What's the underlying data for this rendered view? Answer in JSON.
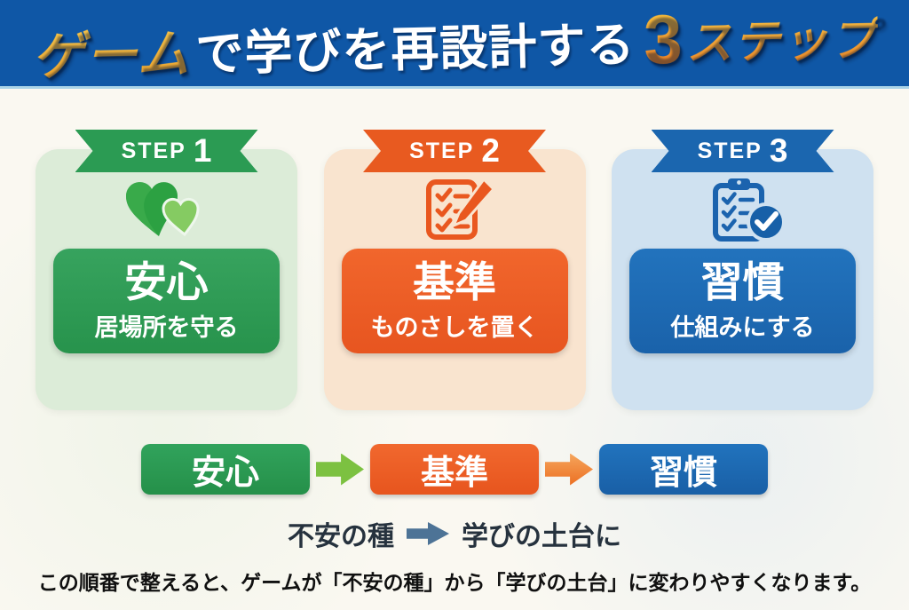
{
  "header": {
    "title_game": "ゲーム",
    "title_mid": "で学びを再設計する",
    "title_num": "3",
    "title_steps": "ステップ",
    "bg_color": "#0f57a6",
    "accent_gold": "#f2b23a"
  },
  "steps": [
    {
      "ribbon_label": "STEP",
      "ribbon_number": "1",
      "icon": "double-hearts-icon",
      "keyword": "安心",
      "subtitle": "居場所を守る",
      "accent_color": "#2b9b53",
      "card_color": "#dcecd8"
    },
    {
      "ribbon_label": "STEP",
      "ribbon_number": "2",
      "icon": "checklist-pencil-icon",
      "keyword": "基準",
      "subtitle": "ものさしを置く",
      "accent_color": "#e85a20",
      "card_color": "#f9e4cf"
    },
    {
      "ribbon_label": "STEP",
      "ribbon_number": "3",
      "icon": "clipboard-check-icon",
      "keyword": "習慣",
      "subtitle": "仕組みにする",
      "accent_color": "#1b66af",
      "card_color": "#cfe1f0"
    }
  ],
  "flow": {
    "items": [
      {
        "label": "安心",
        "color": "#2b9b53"
      },
      {
        "label": "基準",
        "color": "#e85a20"
      },
      {
        "label": "習慣",
        "color": "#1b66af"
      }
    ],
    "arrow_colors": [
      "#7cc141",
      "#ec6f22"
    ]
  },
  "transformation": {
    "from": "不安の種",
    "to": "学びの土台に",
    "arrow_color": "#4d7396",
    "text_color": "#26323e"
  },
  "footer": {
    "text": "この順番で整えると、ゲームが「不安の種」から「学びの土台」に変わりやすくなります。"
  }
}
